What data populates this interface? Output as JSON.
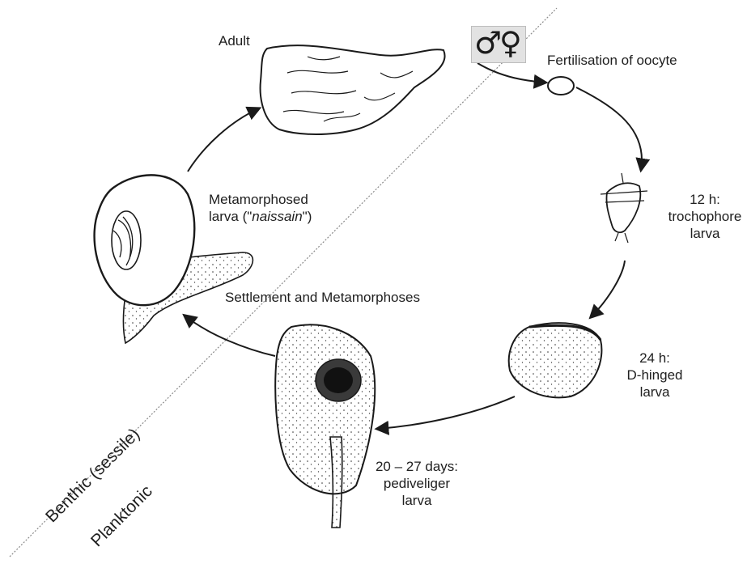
{
  "diagram": {
    "labels": {
      "adult": "Adult",
      "fertilisation": "Fertilisation of oocyte",
      "trochophore_time": "12 h:",
      "trochophore_name1": "trochophore",
      "trochophore_name2": "larva",
      "dhinged_time": "24 h:",
      "dhinged_name1": "D-hinged",
      "dhinged_name2": "larva",
      "pediveliger_time": "20 – 27 days:",
      "pediveliger_name1": "pediveliger",
      "pediveliger_name2": "larva",
      "settlement": "Settlement and Metamorphoses",
      "metamorphosed_line1": "Metamorphosed",
      "metamorphosed_prefix": "larva (\"",
      "metamorphosed_italic": "naissain",
      "metamorphosed_suffix": "\")"
    },
    "sex_symbols": {
      "male": "♂",
      "female": "♀"
    },
    "zones": {
      "benthic": "Benthic (sessile)",
      "planktonic": "Planktonic"
    },
    "colors": {
      "ink": "#1a1a1a",
      "divider": "#8a8a8a",
      "symbol_bg": "#e2e2e2"
    }
  }
}
